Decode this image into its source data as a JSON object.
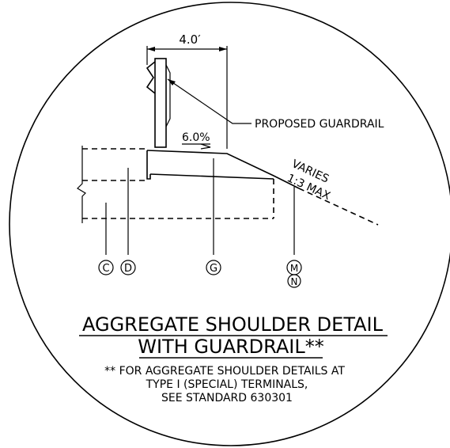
{
  "dimension": {
    "width_label": "4.0′"
  },
  "callouts": {
    "guardrail": "PROPOSED GUARDRAIL",
    "cross_slope": "6.0%",
    "slope_line1": "VARIES",
    "slope_line2": "1:3 MAX"
  },
  "markers": [
    {
      "id": "c",
      "letter": "C"
    },
    {
      "id": "d",
      "letter": "D"
    },
    {
      "id": "g",
      "letter": "G"
    },
    {
      "id": "m",
      "letter": "M"
    },
    {
      "id": "n",
      "letter": "N"
    }
  ],
  "title": {
    "line1": "AGGREGATE SHOULDER DETAIL",
    "line2": "WITH GUARDRAIL**"
  },
  "note": {
    "line1": "** FOR AGGREGATE SHOULDER DETAILS AT",
    "line2": "TYPE I (SPECIAL) TERMINALS,",
    "line3": "SEE STANDARD 630301"
  }
}
